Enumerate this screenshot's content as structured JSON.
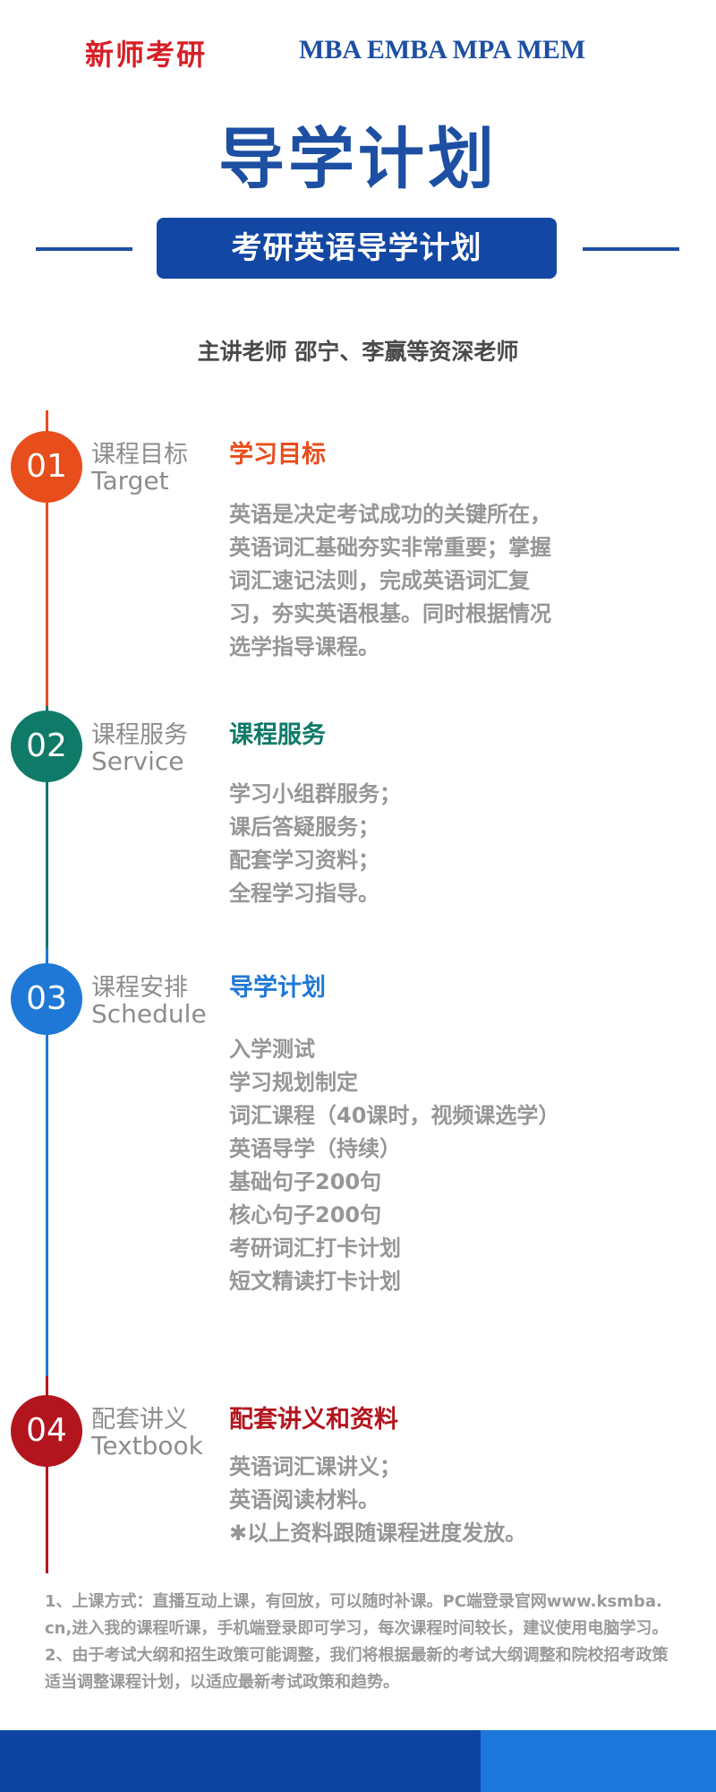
{
  "header": {
    "brand": "新师考研",
    "programs": "MBA EMBA MPA MEM"
  },
  "title": "导学计划",
  "banner": "考研英语导学计划",
  "teachers": "主讲老师  邵宁、李赢等资深老师",
  "sections": [
    {
      "number": "01",
      "label_cn": "课程目标",
      "label_en": "Target",
      "title": "学习目标",
      "color": "#e84d1c",
      "lines": [
        "英语是决定考试成功的关键所在，",
        "英语词汇基础夯实非常重要；掌握",
        "词汇速记法则，完成英语词汇复",
        "习，夯实英语根基。同时根据情况",
        "选学指导课程。"
      ]
    },
    {
      "number": "02",
      "label_cn": "课程服务",
      "label_en": "Service",
      "title": "课程服务",
      "color": "#0f7a68",
      "lines": [
        "学习小组群服务；",
        "课后答疑服务；",
        "配套学习资料；",
        "全程学习指导。"
      ]
    },
    {
      "number": "03",
      "label_cn": "课程安排",
      "label_en": "Schedule",
      "title": "导学计划",
      "color": "#1f78d6",
      "lines": [
        "入学测试",
        "学习规划制定",
        "词汇课程（40课时，视频课选学）",
        "英语导学（持续）",
        "基础句子200句",
        "核心句子200句",
        "考研词汇打卡计划",
        "短文精读打卡计划"
      ]
    },
    {
      "number": "04",
      "label_cn": "配套讲义",
      "label_en": "Textbook",
      "title": "配套讲义和资料",
      "color": "#b3151e",
      "lines": [
        "英语词汇课讲义；",
        "英语阅读材料。",
        "✱以上资料跟随课程进度发放。"
      ]
    }
  ],
  "notes": [
    "1、上课方式：直播互动上课，有回放，可以随时补课。PC端登录官网www.ksmba.cn,进入我的课程听课，手机端登录即可学习，每次课程时间较长，建议使用电脑学习。",
    "2、由于考试大纲和招生政策可能调整，我们将根据最新的考试大纲调整和院校招考政策适当调整课程计划，以适应最新考试政策和趋势。"
  ],
  "colors": {
    "brand_red": "#d61f26",
    "primary_blue": "#1d4fa3",
    "banner_blue": "#1247a4",
    "footer_dark": "#0e45a3",
    "footer_light": "#1c76dc"
  }
}
